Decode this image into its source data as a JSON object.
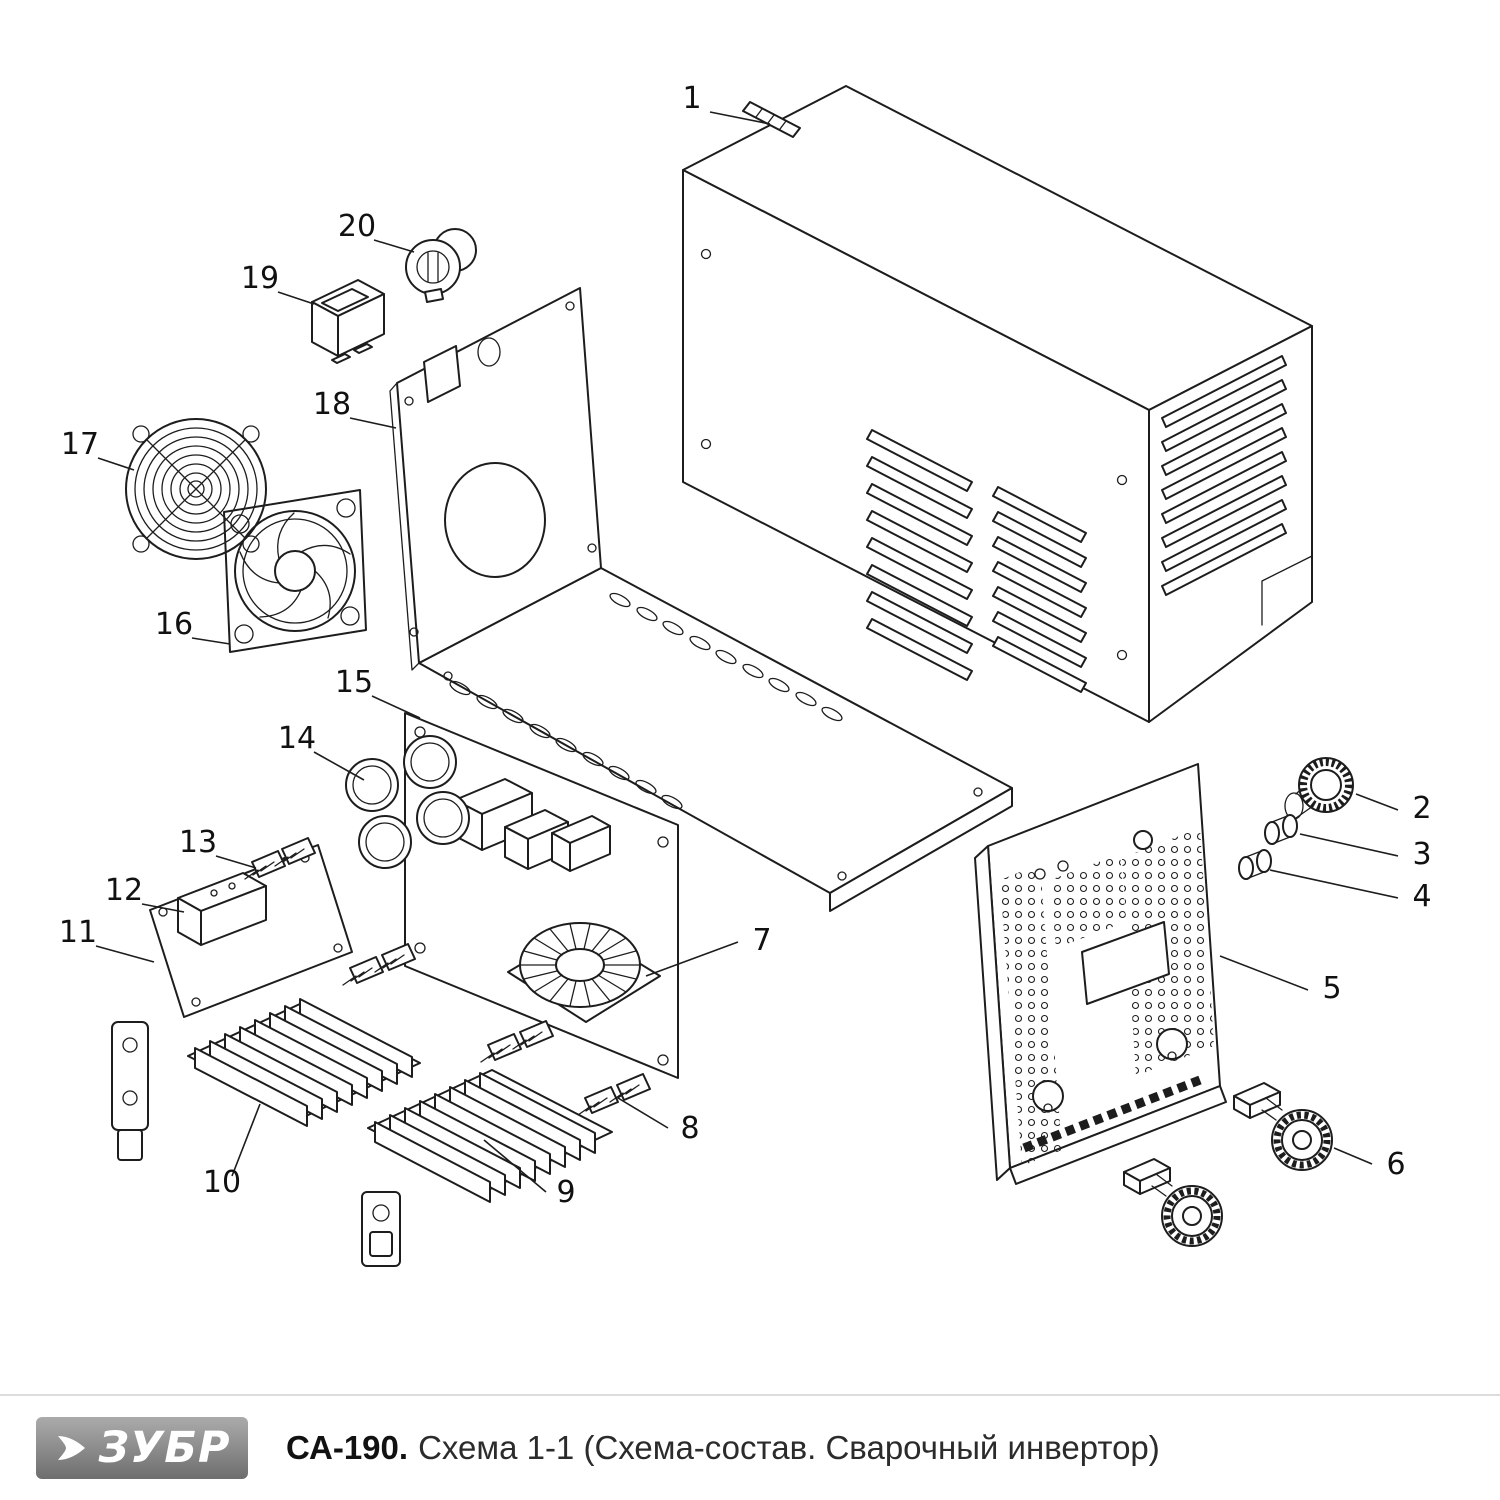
{
  "colors": {
    "ink": "#1d1d1d",
    "divider": "#dcdcdc",
    "logo_bg_top": "#ababab",
    "logo_bg_bottom": "#6e6e6e",
    "logo_text": "#ffffff"
  },
  "diagram": {
    "part_labels": [
      "1",
      "2",
      "3",
      "4",
      "5",
      "6",
      "7",
      "8",
      "9",
      "10",
      "11",
      "12",
      "13",
      "14",
      "15",
      "16",
      "17",
      "18",
      "19",
      "20"
    ]
  },
  "footer": {
    "brand": "ЗУБР",
    "model": "СА-190.",
    "caption": "Схема 1-1 (Схема-состав. Сварочный инвертор)"
  }
}
